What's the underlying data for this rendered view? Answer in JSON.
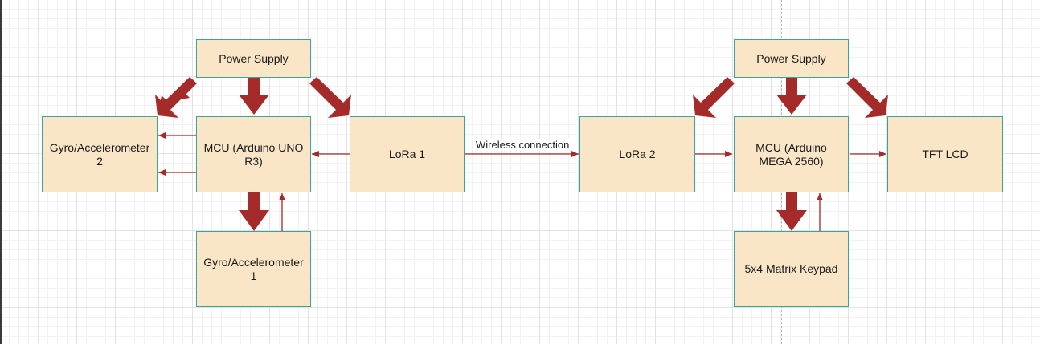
{
  "diagram": {
    "nodes": {
      "power_supply_left": "Power Supply",
      "gyro_accel_2": "Gyro/Accelerometer 2",
      "mcu_uno": "MCU (Arduino UNO R3)",
      "lora_1": "LoRa 1",
      "gyro_accel_1": "Gyro/Accelerometer 1",
      "power_supply_right": "Power Supply",
      "lora_2": "LoRa 2",
      "mcu_mega": "MCU (Arduino MEGA 2560)",
      "tft_lcd": "TFT LCD",
      "keypad": "5x4 Matrix Keypad"
    },
    "edge_labels": {
      "wireless": "Wireless connection"
    },
    "colors": {
      "node_fill": "#fae5c7",
      "node_border": "#3aa39a",
      "arrow": "#a52a2a"
    }
  }
}
